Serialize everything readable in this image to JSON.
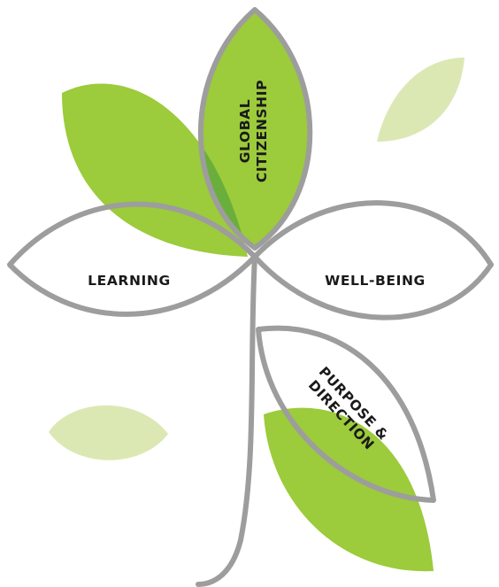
{
  "labels": {
    "global_line1": "GLOBAL",
    "global_line2": "CITIZENSHIP",
    "learning": "LEARNING",
    "well_being": "WELL-BEING",
    "purpose_line1": "PURPOSE &",
    "purpose_line2": "DIRECTION"
  },
  "colors": {
    "leaf_green": "#9ccb3b",
    "leaf_green_light": "#dbe8b4",
    "leaf_overlap": "#6aae3c",
    "outline_gray": "#9d9d9d"
  }
}
